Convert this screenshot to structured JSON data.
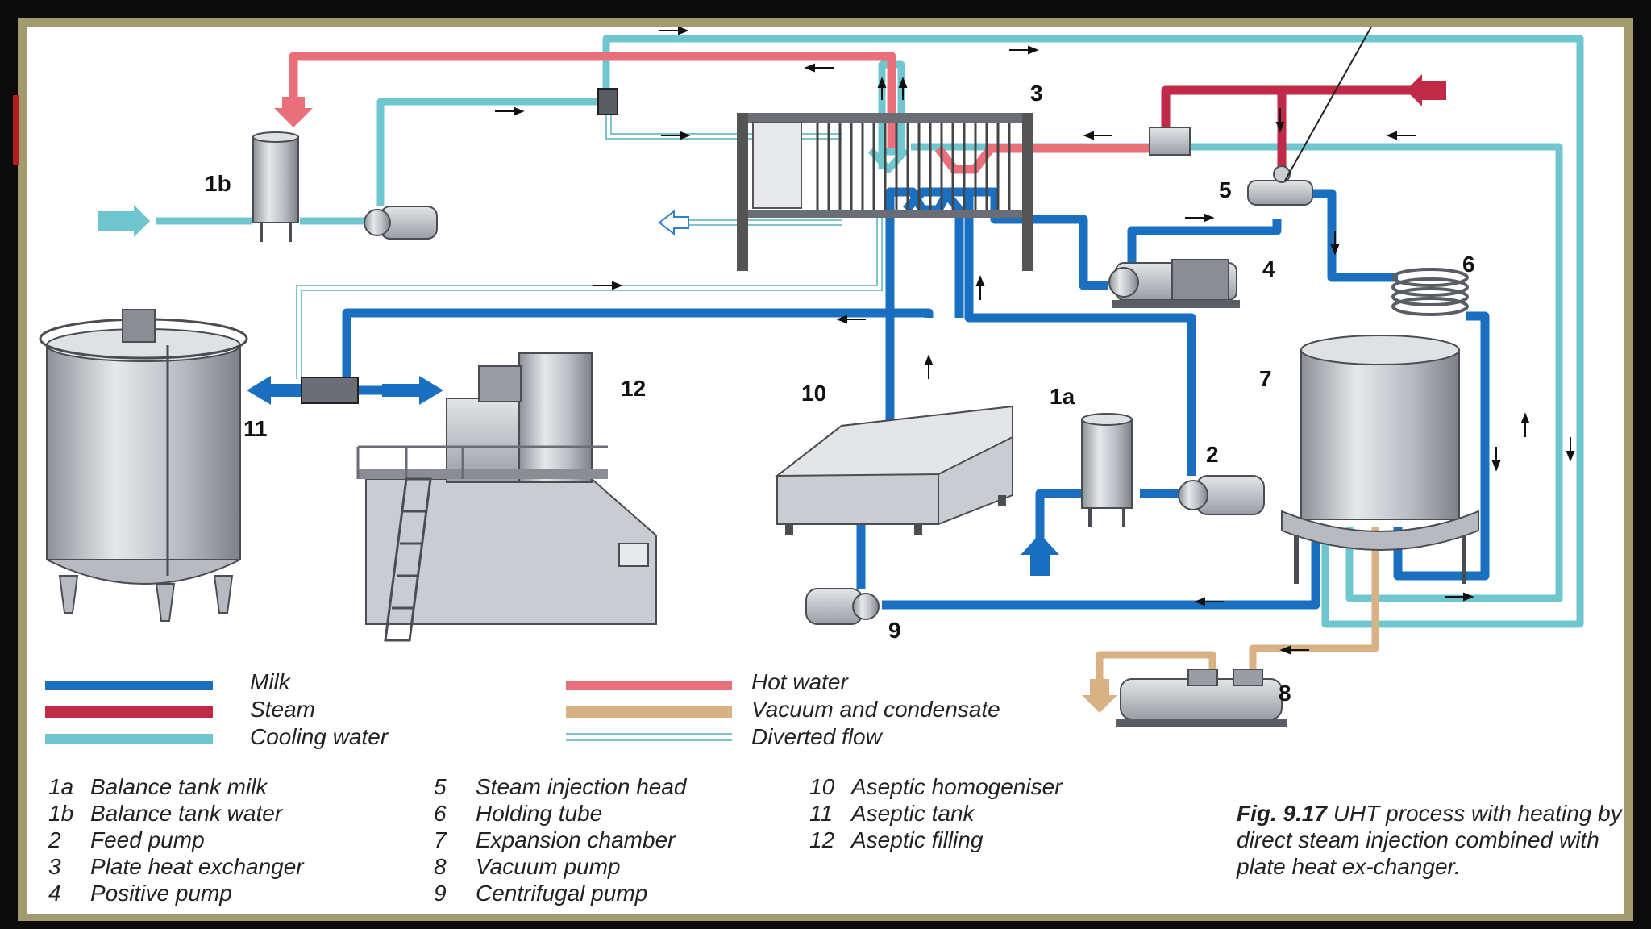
{
  "colors": {
    "milk": "#1a6fc1",
    "steam": "#c02a47",
    "cooling_water": "#6fc6cf",
    "hot_water": "#e9707b",
    "vacuum_condensate": "#d8b184",
    "diverted_flow": "#7fc3cb",
    "equipment_fill": "#c9ccd1",
    "equipment_stroke": "#4a4d52"
  },
  "labels": {
    "l1a": "1a",
    "l1b": "1b",
    "l2": "2",
    "l3": "3",
    "l4": "4",
    "l5": "5",
    "l6": "6",
    "l7": "7",
    "l8": "8",
    "l9": "9",
    "l10": "10",
    "l11": "11",
    "l12": "12"
  },
  "legend": [
    {
      "key": "milk",
      "label": "Milk"
    },
    {
      "key": "steam",
      "label": "Steam"
    },
    {
      "key": "cooling_water",
      "label": "Cooling water"
    },
    {
      "key": "hot_water",
      "label": "Hot water"
    },
    {
      "key": "vacuum_condensate",
      "label": "Vacuum and condensate"
    },
    {
      "key": "diverted_flow",
      "label": "Diverted flow"
    }
  ],
  "key": {
    "col1": [
      {
        "num": "1a",
        "text": "Balance tank milk"
      },
      {
        "num": "1b",
        "text": "Balance tank water"
      },
      {
        "num": "2",
        "text": "Feed pump"
      },
      {
        "num": "3",
        "text": "Plate heat exchanger"
      },
      {
        "num": "4",
        "text": "Positive pump"
      }
    ],
    "col2": [
      {
        "num": "5",
        "text": "Steam injection head"
      },
      {
        "num": "6",
        "text": "Holding tube"
      },
      {
        "num": "7",
        "text": "Expansion chamber"
      },
      {
        "num": "8",
        "text": "Vacuum pump"
      },
      {
        "num": "9",
        "text": "Centrifugal pump"
      }
    ],
    "col3": [
      {
        "num": "10",
        "text": "Aseptic homogeniser"
      },
      {
        "num": "11",
        "text": "Aseptic tank"
      },
      {
        "num": "12",
        "text": "Aseptic filling"
      }
    ]
  },
  "caption": {
    "fig": "Fig. 9.17",
    "text": " UHT process with heating by direct steam injection combined with plate heat ex-changer."
  }
}
